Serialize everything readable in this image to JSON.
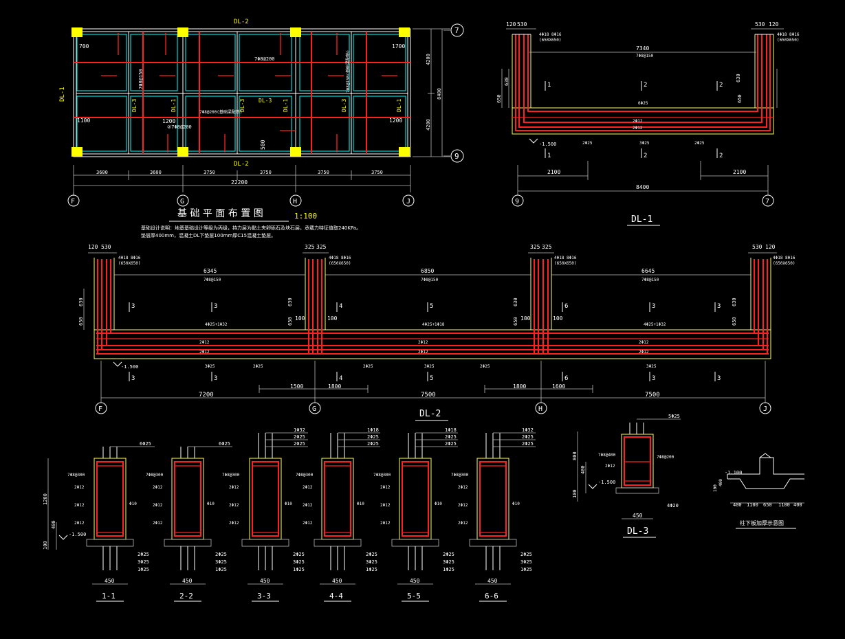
{
  "plan": {
    "title": "基 础 平 面 布 置 图",
    "scale": "1:100",
    "note1": "基础设计说明：地基基础设计等级为丙级，持力层为黏土夹卵砾石及块石层，承载力特征值取240KPa。",
    "note2": "垫层厚400mm，混凝土DL下垫层100mm厚C15混凝土垫层。",
    "beam_top": "DL-2",
    "beam_bottom": "DL-2",
    "beam_left": "DL-1",
    "beam_mid_labels": [
      "DL-3",
      "DL-1",
      "DL-3",
      "DL-3",
      "DL-1",
      "DL-3",
      "DL-1"
    ],
    "axes_bottom": [
      "F",
      "G",
      "H",
      "J"
    ],
    "axes_right": [
      "7",
      "9"
    ],
    "dims_row1": [
      "3600",
      "3600",
      "3750",
      "3750",
      "3750",
      "3750"
    ],
    "dims_total": "22200",
    "dims_right": [
      "4200",
      "4200"
    ],
    "dims_right_total": "8400",
    "rebar_labels": [
      "7Φ8@200",
      "7Φ8@150",
      "7Φ8@200(基础梁配筋)",
      "7Φ8@150(基础梁配筋)",
      "②7Φ8@200",
      "1200",
      "1100",
      "700",
      "1700",
      "1200",
      "500"
    ]
  },
  "dl1": {
    "title": "DL-1",
    "top_dims_left": [
      "120",
      "530"
    ],
    "top_dims_right": [
      "530",
      "120"
    ],
    "col_note_left": "4Φ18  8Φ16",
    "col_note_sub": "(650X650)",
    "col_note_right": "4Φ18  8Φ16",
    "span": "7340",
    "span_rebar": "7Φ8@150",
    "left_dims": [
      "650",
      "630"
    ],
    "right_dims": [
      "650",
      "630"
    ],
    "top_bar": "6Φ25",
    "mid_bars": [
      "2Φ12",
      "2Φ12"
    ],
    "bot_bars": [
      "2Φ25",
      "3Φ25",
      "2Φ25"
    ],
    "level": "-1.500",
    "sec_marks_top": [
      "1",
      "2",
      "2"
    ],
    "sec_marks_bot": [
      "1",
      "2",
      "2"
    ],
    "bot_dims": [
      "2100",
      "2100"
    ],
    "bot_total": "8400",
    "axes": [
      "9",
      "7"
    ]
  },
  "dl2": {
    "title": "DL-2",
    "top_dims": [
      "120",
      "530",
      "325",
      "325",
      "325",
      "325",
      "530",
      "120"
    ],
    "col_note": "4Φ18  8Φ16",
    "col_note_sub": "(650X650)",
    "spans": [
      "6345",
      "6850",
      "6645"
    ],
    "span_rebar": [
      "7Φ8@150",
      "7Φ8@150",
      "7Φ8@150"
    ],
    "left_dims": [
      "650",
      "630"
    ],
    "mid_dims": [
      "650",
      "630"
    ],
    "small_dims": [
      "100",
      "100",
      "100",
      "100"
    ],
    "top_bars": [
      "4Φ25+1Φ32",
      "4Φ25+1Φ18",
      "4Φ25+1Φ32"
    ],
    "mid_bars": [
      "2Φ12",
      "2Φ12",
      "2Φ12"
    ],
    "lower_bars": [
      "2Φ12",
      "2Φ12",
      "2Φ12"
    ],
    "bot_bars": [
      "3Φ25",
      "2Φ25",
      "2Φ25",
      "3Φ25",
      "2Φ25",
      "3Φ25"
    ],
    "level": "-1.500",
    "sec_marks_top": [
      "3",
      "3",
      "4",
      "5",
      "6",
      "3",
      "3"
    ],
    "sec_marks_bot": [
      "3",
      "3",
      "4",
      "5",
      "6",
      "3",
      "3"
    ],
    "inner_dims": [
      "1500",
      "1800",
      "1800",
      "1600"
    ],
    "bot_dims": [
      "7200",
      "7500",
      "7500"
    ],
    "axes": [
      "F",
      "G",
      "H",
      "J"
    ]
  },
  "sections": [
    {
      "label": "1-1",
      "top": [
        "6Φ25"
      ],
      "bot": [
        "2Φ25",
        "3Φ25",
        "1Φ25"
      ],
      "side": "7Φ8@300",
      "mid": [
        "2Φ12",
        "2Φ12",
        "2Φ12"
      ],
      "stirrup": "Φ10",
      "width": "450"
    },
    {
      "label": "2-2",
      "top": [
        "6Φ25"
      ],
      "bot": [
        "2Φ25",
        "3Φ25",
        "1Φ25"
      ],
      "side": "7Φ8@300",
      "mid": [
        "2Φ12",
        "2Φ12",
        "2Φ12"
      ],
      "stirrup": "Φ10",
      "width": "450"
    },
    {
      "label": "3-3",
      "top": [
        "1Φ32",
        "2Φ25",
        "2Φ25"
      ],
      "bot": [
        "2Φ25",
        "3Φ25",
        "1Φ25"
      ],
      "side": "7Φ8@300",
      "mid": [
        "2Φ12",
        "2Φ12",
        "2Φ12"
      ],
      "stirrup": "Φ10",
      "width": "450"
    },
    {
      "label": "4-4",
      "top": [
        "1Φ18",
        "2Φ25",
        "2Φ25"
      ],
      "bot": [
        "2Φ25",
        "3Φ25",
        "1Φ25"
      ],
      "side": "7Φ8@300",
      "mid": [
        "2Φ12",
        "2Φ12",
        "2Φ12"
      ],
      "stirrup": "Φ10",
      "width": "450"
    },
    {
      "label": "5-5",
      "top": [
        "1Φ18",
        "2Φ25",
        "2Φ25"
      ],
      "bot": [
        "2Φ25",
        "3Φ25",
        "1Φ25"
      ],
      "side": "7Φ8@300",
      "mid": [
        "2Φ12",
        "2Φ12",
        "2Φ12"
      ],
      "stirrup": "Φ10",
      "width": "450"
    },
    {
      "label": "6-6",
      "top": [
        "1Φ32",
        "2Φ25",
        "2Φ25"
      ],
      "bot": [
        "2Φ25",
        "3Φ25",
        "1Φ25"
      ],
      "side": "7Φ8@300",
      "mid": [
        "2Φ12",
        "2Φ12",
        "2Φ12"
      ],
      "stirrup": "Φ10",
      "width": "450"
    }
  ],
  "section_left_dims": [
    "1200",
    "400",
    "100"
  ],
  "section_level": "-1.500",
  "dl3": {
    "title": "DL-3",
    "top": "5Φ25",
    "side_left": "7Φ8@400",
    "side_right": "7Φ8@200",
    "mid": "2Φ12",
    "bot": "4Φ20",
    "level": "-1.500",
    "left_dims": [
      "800",
      "400",
      "100"
    ],
    "width": "450"
  },
  "slab": {
    "title": "柱下板加厚示意图",
    "level": "-1.100",
    "left_dims": [
      "100",
      "400"
    ],
    "bot_dims": [
      "400",
      "1100",
      "650",
      "1100",
      "400"
    ]
  },
  "colors": {
    "background": "#000000",
    "rebar": "#ff2020",
    "grid": "#00d8d8",
    "column": "#ffff00",
    "line": "#ffffff"
  }
}
